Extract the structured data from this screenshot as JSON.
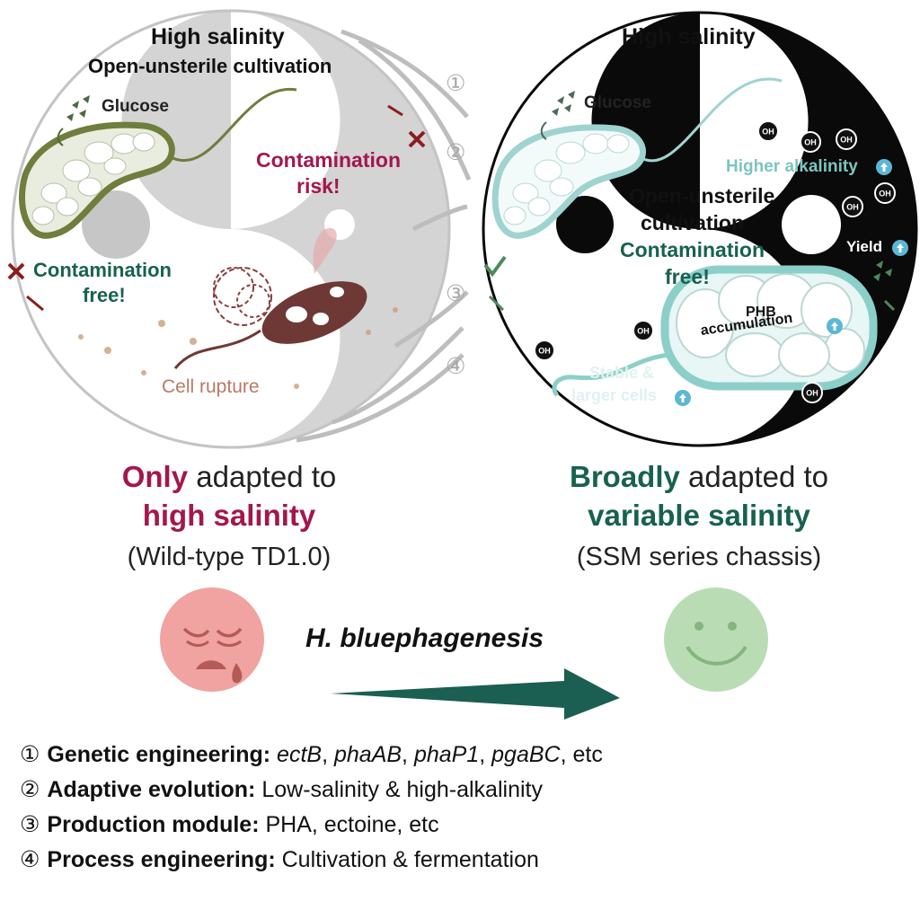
{
  "colors": {
    "wine": "#a3174d",
    "green": "#17624e",
    "teal": "#7cc5c0",
    "gray_disc": "#d4d4d4",
    "arrow": "#1b5e52",
    "sad": "#f0a3a0",
    "happy": "#b9dcb5"
  },
  "left_panel": {
    "top_title": "High salinity",
    "top_subtitle": "Open-unsterile cultivation",
    "glucose": "Glucose",
    "contamination_free_line1": "Contamination",
    "contamination_free_line2": "free!",
    "contamination_risk_line1": "Contamination",
    "contamination_risk_line2": "risk!",
    "cell_rupture": "Cell rupture",
    "bottom_title": "Low salinity"
  },
  "right_panel": {
    "top_title": "High salinity",
    "glucose": "Glucose",
    "oh": "OH",
    "higher_alkalinity": "Higher alkalinity",
    "open_line1": "Open-unsterile",
    "open_line2": "cultivation",
    "contamination_line1": "Contamination",
    "contamination_line2": "free!",
    "yield": "Yield",
    "phb_line1": "PHB",
    "phb_line2": "accumulation",
    "stable_line1": "Stable &",
    "stable_line2": "larger cells",
    "bottom_title": "Low salinity"
  },
  "steps": [
    "①",
    "②",
    "③",
    "④"
  ],
  "left_caption": {
    "only": "Only",
    "adapted_to": " adapted to",
    "high_salinity": "high salinity",
    "strain": "(Wild-type TD1.0)"
  },
  "right_caption": {
    "broadly": "Broadly",
    "adapted_to": " adapted to",
    "variable_salinity": "variable salinity",
    "strain": "(SSM series chassis)"
  },
  "organism": "H. bluephagenesis",
  "list": [
    {
      "num": "①",
      "label": "Genetic engineering:",
      "parts": [
        {
          "t": " ",
          "i": false
        },
        {
          "t": "ectB",
          "i": true
        },
        {
          "t": ", ",
          "i": false
        },
        {
          "t": "phaAB",
          "i": true
        },
        {
          "t": ", ",
          "i": false
        },
        {
          "t": "phaP1",
          "i": true
        },
        {
          "t": ", ",
          "i": false
        },
        {
          "t": "pgaBC",
          "i": true
        },
        {
          "t": ", etc",
          "i": false
        }
      ]
    },
    {
      "num": "②",
      "label": "Adaptive evolution:",
      "parts": [
        {
          "t": " Low-salinity & high-alkalinity",
          "i": false
        }
      ]
    },
    {
      "num": "③",
      "label": "Production module:",
      "parts": [
        {
          "t": " PHA, ectoine, etc",
          "i": false
        }
      ]
    },
    {
      "num": "④",
      "label": "Process engineering:",
      "parts": [
        {
          "t": " Cultivation & fermentation",
          "i": false
        }
      ]
    }
  ]
}
